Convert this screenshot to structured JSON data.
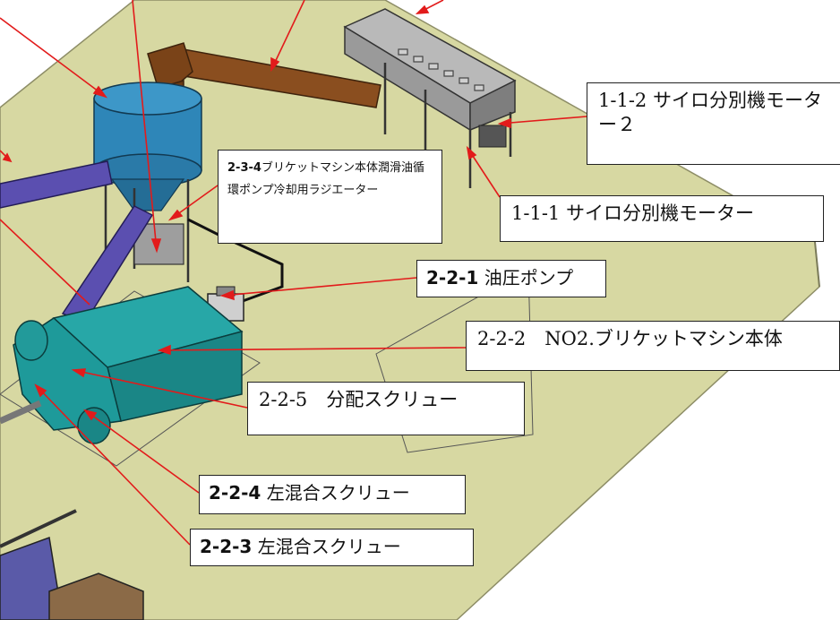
{
  "labels": {
    "silo_separator_motor_2": "1-1-2 サイロ分別機モーター２",
    "silo_separator_motor_1": "1-1-1 サイロ分別機モーター",
    "radiator": {
      "number": "2-3-4",
      "text": "ブリケットマシン本体潤滑油循環ポンプ冷却用ラジエーター"
    },
    "hydraulic_pump": {
      "number": "2-2-1",
      "text": " 油圧ポンプ"
    },
    "briquette_machine_body": "2-2-2　NO2.ブリケットマシン本体",
    "distribution_screw": "2-2-5　分配スクリュー",
    "left_mixing_screw_a": {
      "number": "2-2-4",
      "text": " 左混合スクリュー"
    },
    "left_mixing_screw_b": {
      "number": "2-2-3",
      "text": " 左混合スクリュー"
    }
  },
  "colors": {
    "floor": "#d7d8a2",
    "silo": "#2e86b8",
    "machine": "#1e9a9a",
    "chute": "#5b4fb0",
    "conveyor": "#8a4e1f",
    "leader": "#e21b1b"
  }
}
